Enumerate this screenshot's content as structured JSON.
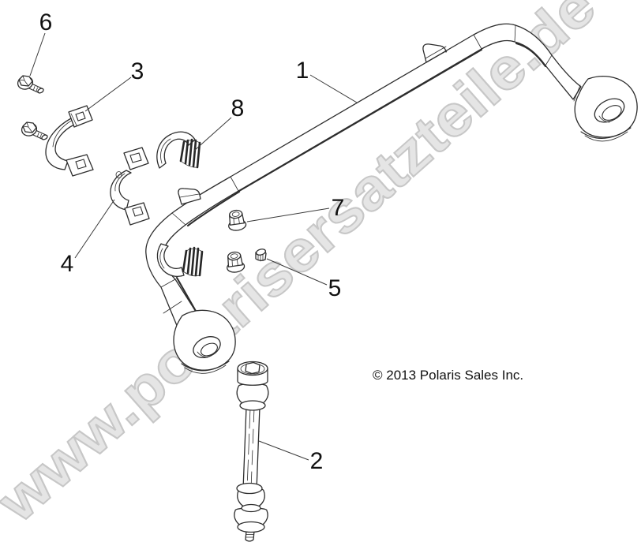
{
  "watermark": {
    "text": "www.polarisersatzteile.de"
  },
  "copyright": {
    "text": "© 2013 Polaris Sales Inc."
  },
  "callouts": [
    {
      "label": "1"
    },
    {
      "label": "2"
    },
    {
      "label": "3"
    },
    {
      "label": "4"
    },
    {
      "label": "5"
    },
    {
      "label": "6"
    },
    {
      "label": "7"
    },
    {
      "label": "8"
    }
  ],
  "colors": {
    "background": "#ffffff",
    "line": "#2d2d2d",
    "label": "#111111",
    "watermark_fill": "#e5e5e5",
    "watermark_outline": "#c7c7c7"
  }
}
